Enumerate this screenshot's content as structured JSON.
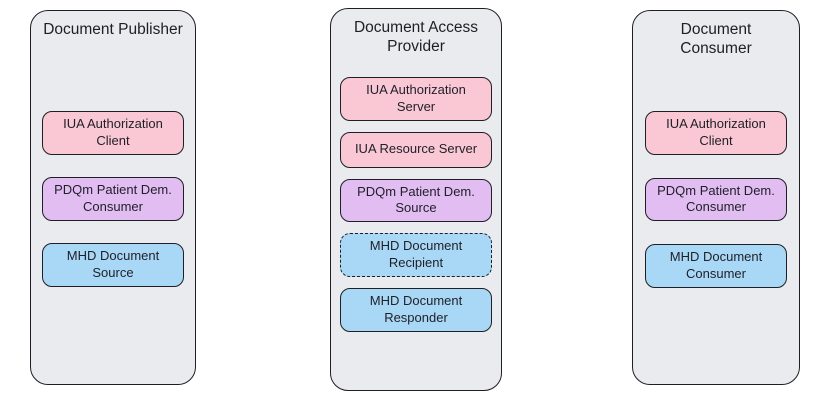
{
  "diagram": {
    "columns": [
      {
        "title": "Document Publisher",
        "boxes": [
          {
            "label": "IUA Authorization Client",
            "type": "pink",
            "dashed": false
          },
          {
            "label": "PDQm Patient Dem. Consumer",
            "type": "purple",
            "dashed": false
          },
          {
            "label": "MHD Document Source",
            "type": "blue",
            "dashed": false
          }
        ]
      },
      {
        "title": "Document Access\nProvider",
        "boxes": [
          {
            "label": "IUA Authorization Server",
            "type": "pink",
            "dashed": false
          },
          {
            "label": "IUA Resource Server",
            "type": "pink",
            "dashed": false
          },
          {
            "label": "PDQm Patient Dem. Source",
            "type": "purple",
            "dashed": false
          },
          {
            "label": "MHD Document Recipient",
            "type": "blue",
            "dashed": true
          },
          {
            "label": "MHD Document Responder",
            "type": "blue",
            "dashed": false
          }
        ]
      },
      {
        "title": "Document\nConsumer",
        "boxes": [
          {
            "label": "IUA Authorization Client",
            "type": "pink",
            "dashed": false
          },
          {
            "label": "PDQm Patient Dem. Consumer",
            "type": "purple",
            "dashed": false
          },
          {
            "label": "MHD Document Consumer",
            "type": "blue",
            "dashed": false
          }
        ]
      }
    ],
    "colors": {
      "pink": "#f9c8d4",
      "purple": "#e2bdf2",
      "blue": "#a9d8f6",
      "container": "#e9ebee",
      "border": "#1e1e24"
    }
  }
}
